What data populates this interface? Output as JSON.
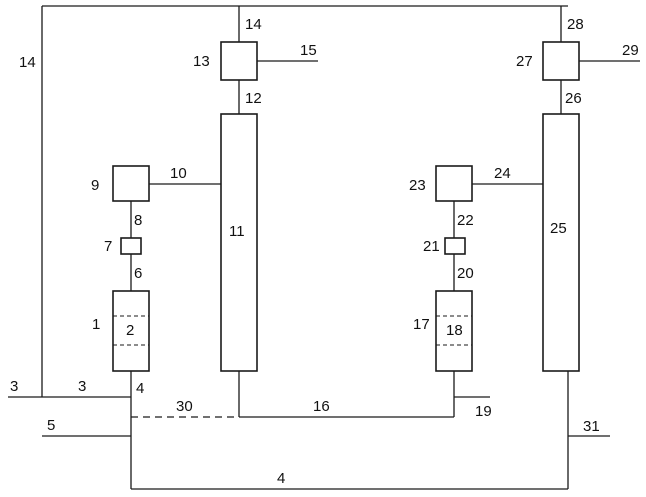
{
  "diagram": {
    "labels": {
      "n1": "1",
      "n2": "2",
      "n3a": "3",
      "n3b": "3",
      "n4a": "4",
      "n4b": "4",
      "n5": "5",
      "n6": "6",
      "n7": "7",
      "n8": "8",
      "n9": "9",
      "n10": "10",
      "n11": "11",
      "n12": "12",
      "n13": "13",
      "n14a": "14",
      "n14b": "14",
      "n15": "15",
      "n16": "16",
      "n17": "17",
      "n18": "18",
      "n19": "19",
      "n20": "20",
      "n21": "21",
      "n22": "22",
      "n23": "23",
      "n24": "24",
      "n25": "25",
      "n26": "26",
      "n27": "27",
      "n28": "28",
      "n29": "29",
      "n30": "30",
      "n31": "31"
    }
  }
}
